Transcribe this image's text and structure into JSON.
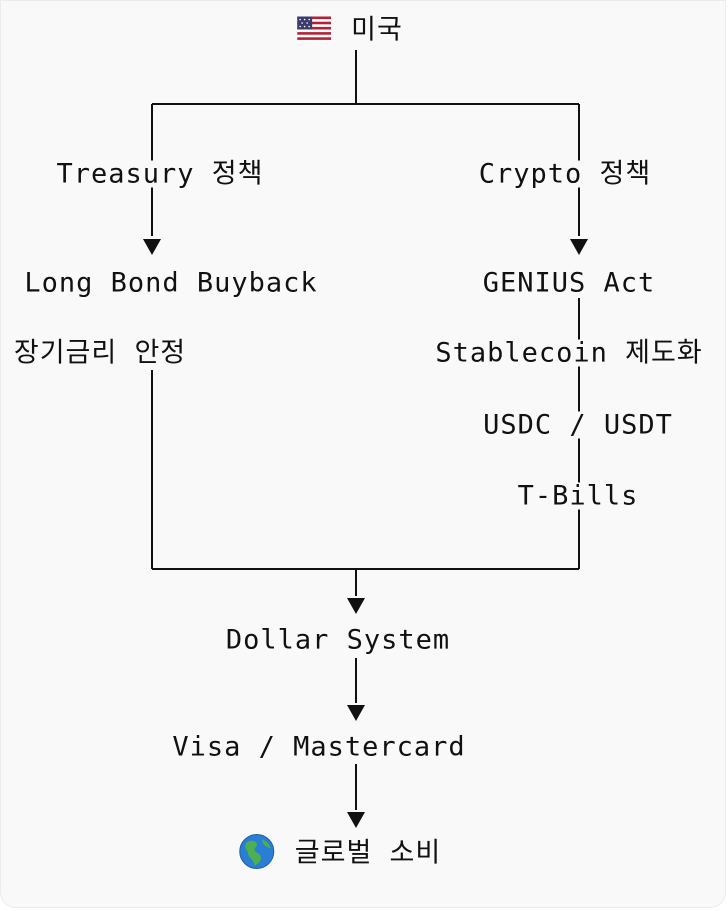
{
  "nodes": {
    "top": {
      "flag_icon": "us-flag-icon",
      "label": "미국"
    },
    "left_branch": {
      "policy": "Treasury 정책",
      "action": "Long Bond Buyback",
      "effect": "장기금리 안정"
    },
    "right_branch": {
      "policy": "Crypto 정책",
      "action": "GENIUS Act",
      "items": [
        "Stablecoin 제도화",
        "USDC / USDT",
        "T-Bills"
      ]
    },
    "merge": "Dollar System",
    "network": "Visa / Mastercard",
    "bottom": {
      "globe_icon": "globe-americas-icon",
      "label": "글로벌 소비"
    }
  },
  "colors": {
    "background": "#f9f9f9",
    "line": "#111111",
    "text": "#111111",
    "flag_red": "#b22234",
    "flag_blue": "#3c3b6e",
    "globe_ocean": "#2a7fd4",
    "globe_land": "#4caf50"
  }
}
